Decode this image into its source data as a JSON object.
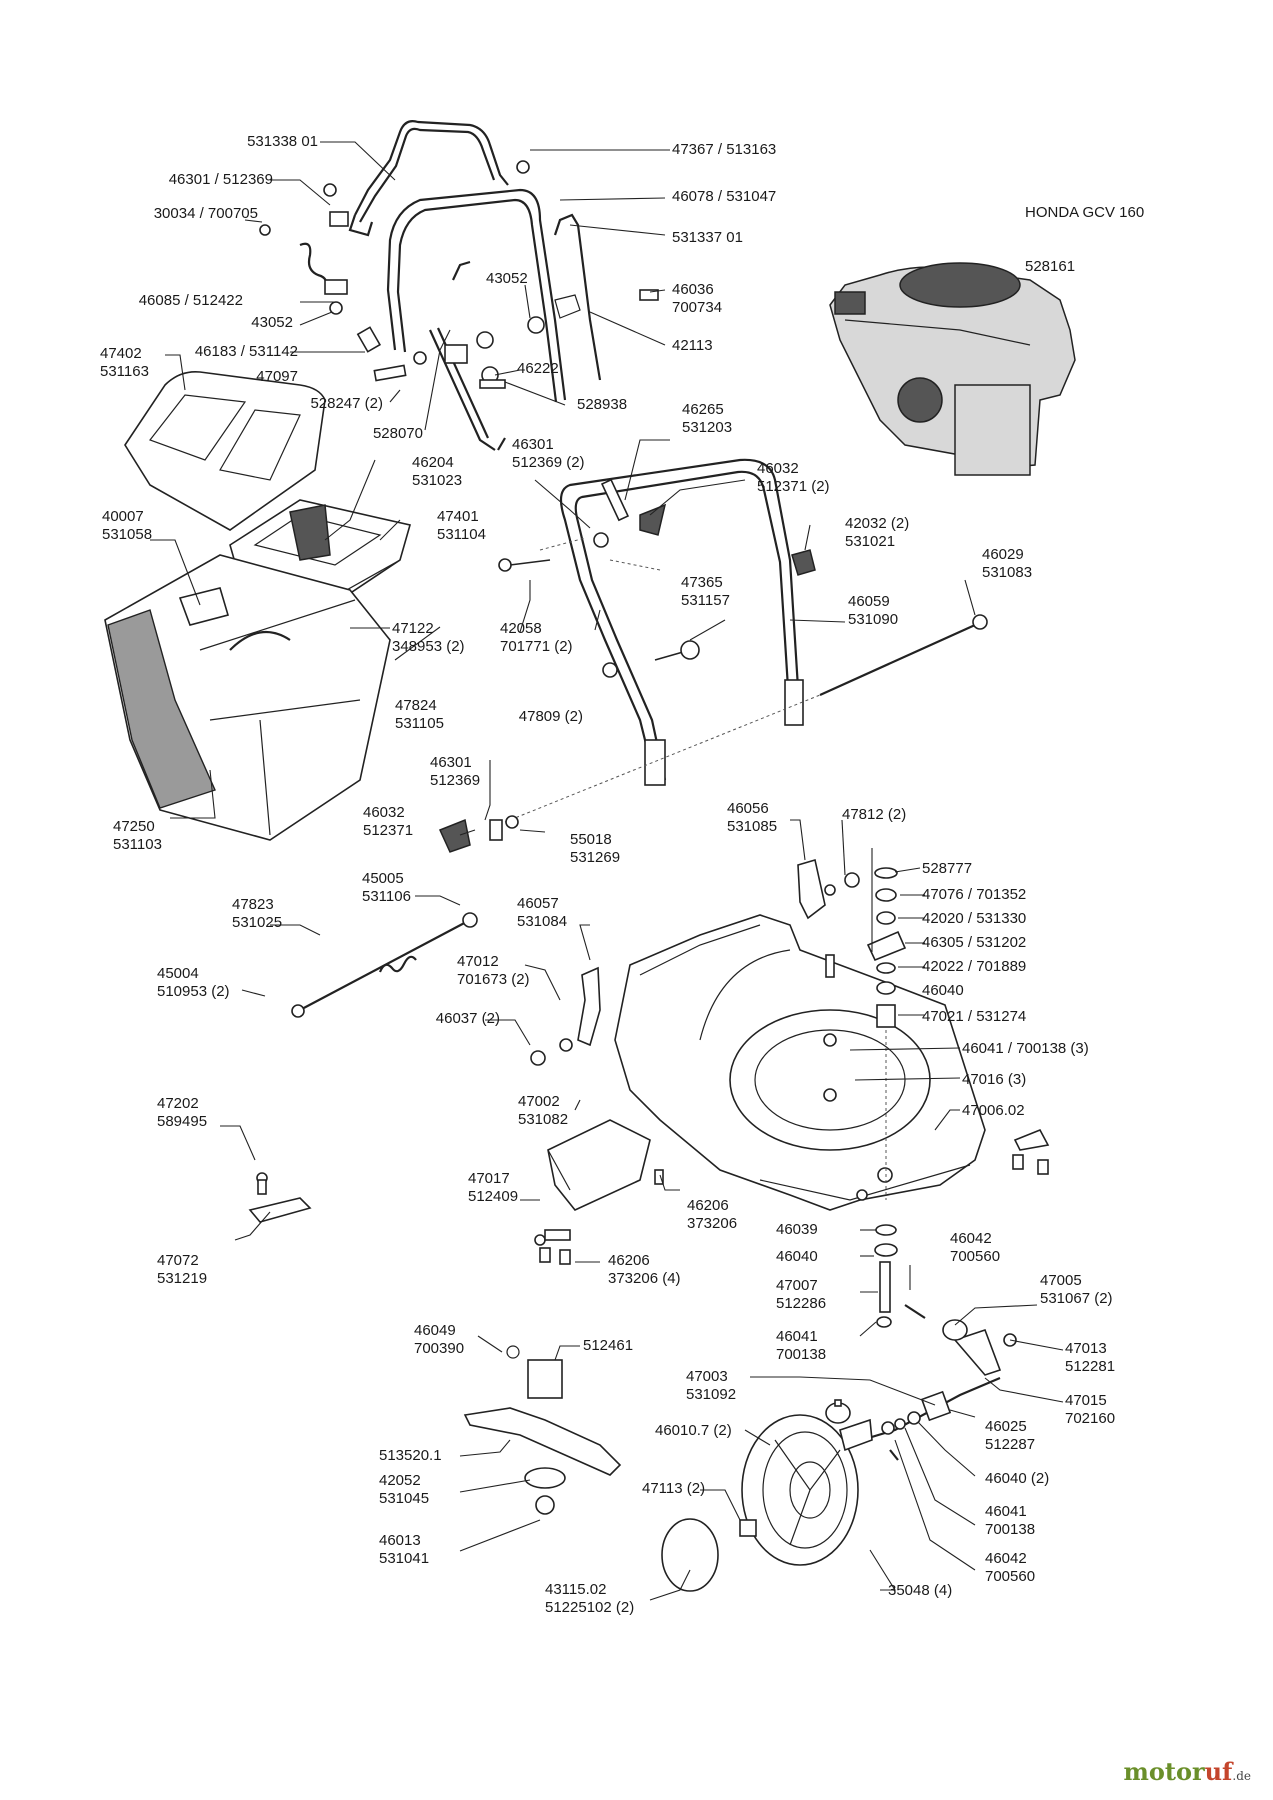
{
  "engine": {
    "name": "HONDA GCV 160",
    "number": "528161"
  },
  "labels": {
    "l531338": "531338 01",
    "l47367": "47367 / 513163",
    "l46301a": "46301 / 512369",
    "l46078": "46078 / 531047",
    "l30034": "30034 / 700705",
    "l531337": "531337 01",
    "l43052a": "43052",
    "l46036": "46036\n700734",
    "l46085": "46085 / 512422",
    "l43052b": "43052",
    "l46183": "46183 / 531142",
    "l42113": "42113",
    "l47097": "47097",
    "l46222": "46222",
    "l47402": "47402\n531163",
    "l528247": "528247 (2)",
    "l528938": "528938",
    "l528070": "528070",
    "l46265": "46265\n531203",
    "l46301b": "46301\n512369 (2)",
    "l46204": "46204\n531023",
    "l46032a": "46032\n512371 (2)",
    "l40007": "40007\n531058",
    "l47401": "47401\n531104",
    "l42032": "42032 (2)\n531021",
    "l46029": "46029\n531083",
    "l47365": "47365\n531157",
    "l42058": "42058\n701771 (2)",
    "l46059": "46059\n531090",
    "l47122": "47122\n348953 (2)",
    "l47824": "47824\n531105",
    "l47809": "47809 (2)",
    "l46301c": "46301\n512369",
    "l47250": "47250\n531103",
    "l46032b": "46032\n512371",
    "l55018": "55018\n531269",
    "l46056": "46056\n531085",
    "l47812": "47812 (2)",
    "l528777": "528777",
    "l45005": "45005\n531106",
    "l47823": "47823\n531025",
    "l47076": "47076 / 701352",
    "l46057": "46057\n531084",
    "l42020": "42020 / 531330",
    "l46305": "46305 / 531202",
    "l47012": "47012\n701673 (2)",
    "l42022": "42022 / 701889",
    "l45004": "45004\n510953 (2)",
    "l46040a": "46040",
    "l47021": "47021 / 531274",
    "l46037": "46037 (2)",
    "l46041a": "46041 / 700138 (3)",
    "l47016": "47016 (3)",
    "l47202": "47202\n589495",
    "l47002": "47002\n531082",
    "l47006": "47006.02",
    "l47017": "47017\n512409",
    "l46206a": "46206\n373206",
    "l46039": "46039",
    "l46042a": "46042\n700560",
    "l46040b": "46040",
    "l47072": "47072\n531219",
    "l46206b": "46206\n373206 (4)",
    "l47005": "47005\n531067 (2)",
    "l47007": "47007\n512286",
    "l46041b": "46041\n700138",
    "l47013": "47013\n512281",
    "l46049": "46049\n700390",
    "l512461": "512461",
    "l47003": "47003\n531092",
    "l47015": "47015\n702160",
    "l46010": "46010.7 (2)",
    "l46025": "46025\n512287",
    "l513520": "513520.1",
    "l46040c": "46040 (2)",
    "l42052": "42052\n531045",
    "l47113": "47113 (2)",
    "l46041c": "46041\n700138",
    "l46013": "46013\n531041",
    "l46042b": "46042\n700560",
    "l43115": "43115.02\n51225102 (2)",
    "l35048": "35048 (4)"
  },
  "watermark": {
    "brand_main": "motor",
    "brand_accent": "uf",
    "tld": ".de"
  }
}
